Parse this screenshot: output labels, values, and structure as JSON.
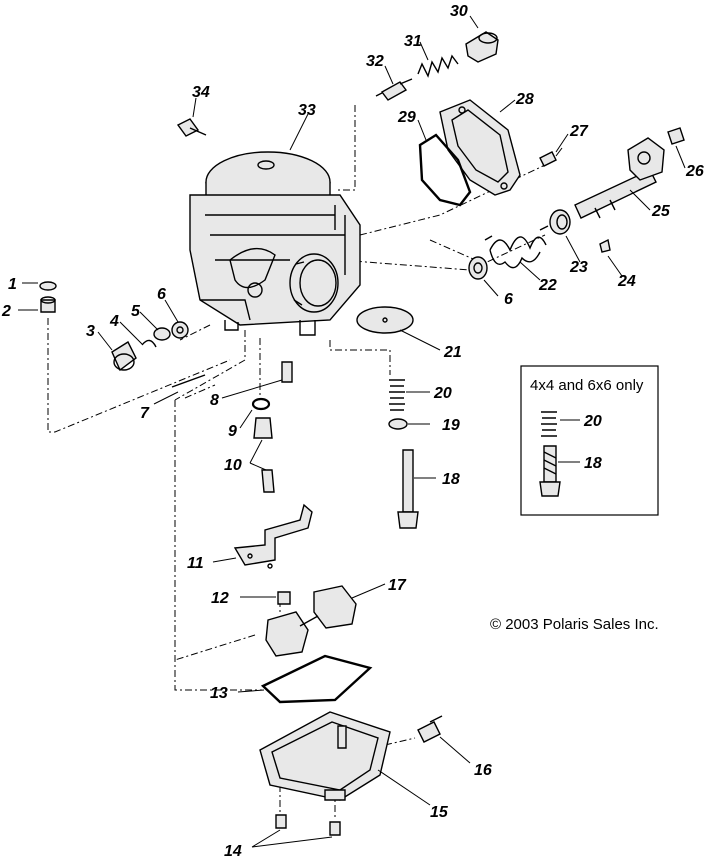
{
  "callouts": {
    "c1": "1",
    "c2": "2",
    "c3": "3",
    "c4": "4",
    "c5": "5",
    "c6a": "6",
    "c6b": "6",
    "c7": "7",
    "c8": "8",
    "c9": "9",
    "c10": "10",
    "c11": "11",
    "c12": "12",
    "c13": "13",
    "c14": "14",
    "c15": "15",
    "c16": "16",
    "c17": "17",
    "c18": "18",
    "c19": "19",
    "c20": "20",
    "c21": "21",
    "c22": "22",
    "c23": "23",
    "c24": "24",
    "c25": "25",
    "c26": "26",
    "c27": "27",
    "c28": "28",
    "c29": "29",
    "c30": "30",
    "c31": "31",
    "c32": "32",
    "c33": "33",
    "c34": "34"
  },
  "inset": {
    "title": "4x4 and 6x6 only",
    "c20": "20",
    "c18": "18"
  },
  "copyright": "© 2003 Polaris Sales Inc."
}
